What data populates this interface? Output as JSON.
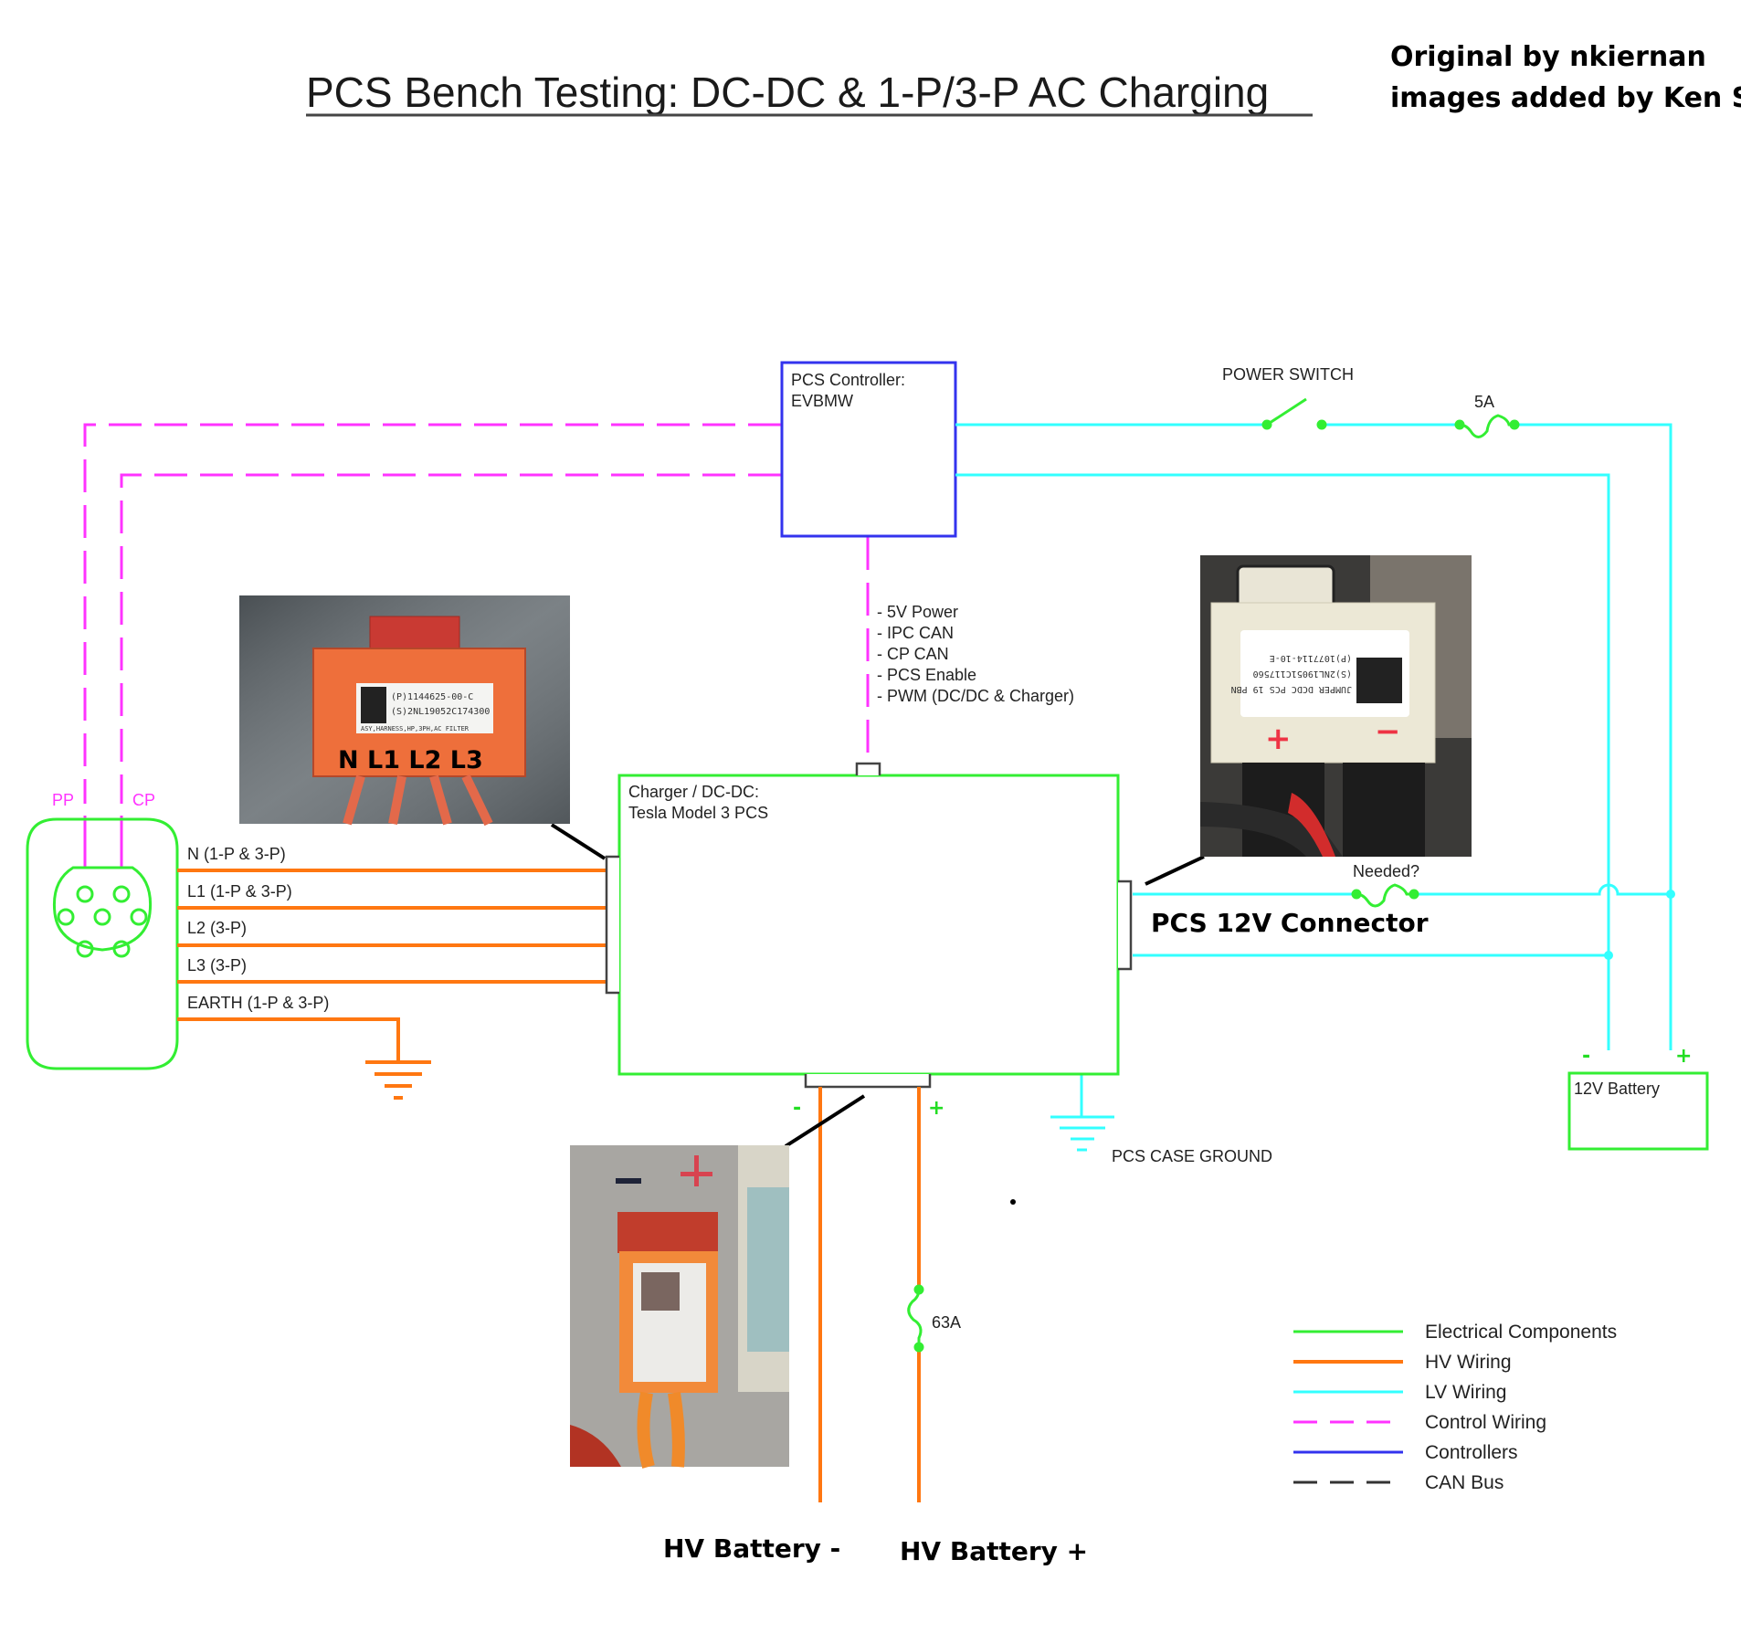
{
  "title": "PCS Bench Testing: DC-DC & 1-P/3-P AC Charging",
  "credits": [
    "Original by nkiernan",
    "images added by Ken S."
  ],
  "colors": {
    "electrical": "#33ee33",
    "hv": "#ff7711",
    "lv": "#33ffff",
    "control": "#ff33ff",
    "controller": "#3333ee",
    "can": "#333333"
  },
  "controller": {
    "line1": "PCS Controller:",
    "line2": "EVBMW"
  },
  "pcs": {
    "line1": "Charger / DC-DC:",
    "line2": "Tesla Model 3 PCS"
  },
  "power_switch": "POWER SWITCH",
  "fuse_5a": "5A",
  "fuse_needed": "Needed?",
  "fuse_63a": "63A",
  "signals": [
    "- 5V Power",
    "- IPC CAN",
    "- CP CAN",
    "- PCS Enable",
    "- PWM (DC/DC & Charger)"
  ],
  "inlet": {
    "pp": "PP",
    "cp": "CP"
  },
  "ac_lines": [
    "N (1-P & 3-P)",
    "L1 (1-P & 3-P)",
    "L2 (3-P)",
    "L3 (3-P)",
    "EARTH  (1-P & 3-P)"
  ],
  "photo_ac": {
    "pins": "N  L1  L2  L3",
    "label1": "(P)1144625-00-C",
    "label2": "(S)2NL19052C174300",
    "label3": "ASY,HARNESS,HP,3PH,AC FILTER"
  },
  "photo_12v": {
    "label1": "(P)1077114-10-E",
    "label2": "(S)2NL19051C117560",
    "label3": "JUMPER DCDC PCS 19 PBN"
  },
  "pcs_12v_connector": "PCS 12V Connector",
  "battery_12v": {
    "label": "12V Battery",
    "neg": "-",
    "pos": "+"
  },
  "hv_signs": {
    "neg": "-",
    "pos": "+"
  },
  "case_ground": "PCS CASE GROUND",
  "hv_neg": "HV Battery -",
  "hv_pos": "HV Battery +",
  "legend": [
    {
      "label": "Electrical Components",
      "style": "solid",
      "key": "electrical"
    },
    {
      "label": "HV Wiring",
      "style": "solid",
      "key": "hv"
    },
    {
      "label": "LV Wiring",
      "style": "solid",
      "key": "lv"
    },
    {
      "label": "Control Wiring",
      "style": "dashed",
      "key": "control"
    },
    {
      "label": "Controllers",
      "style": "solid",
      "key": "controller"
    },
    {
      "label": "CAN Bus",
      "style": "dashed",
      "key": "can"
    }
  ]
}
